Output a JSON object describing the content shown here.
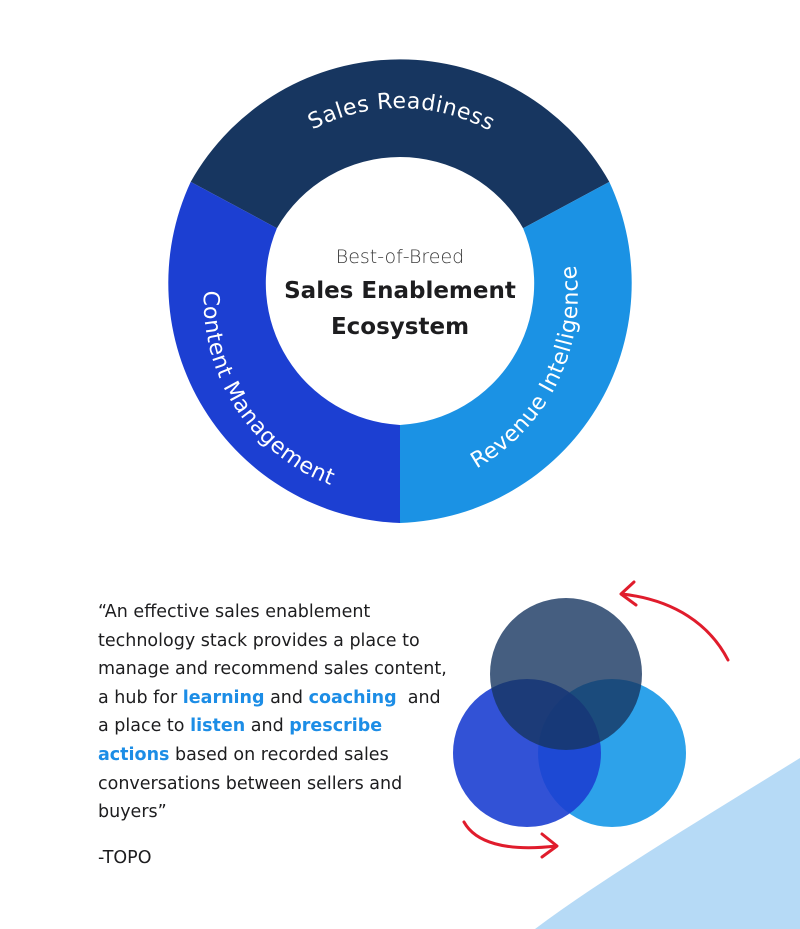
{
  "diagram": {
    "segments": {
      "top": "Sales Readiness",
      "right": "Revenue Intelligence",
      "left": "Content Management"
    },
    "center": {
      "subtitle": "Best-of-Breed",
      "title_line1": "Sales Enablement",
      "title_line2": "Ecosystem"
    },
    "colors": {
      "top": "#173660",
      "right": "#1b92e4",
      "left": "#1c3fd2",
      "arrows": "#e01c2c"
    }
  },
  "quote": {
    "p1": "“An effective sales enablement technology stack provides a place to manage and recommend sales content, a hub for ",
    "h1": "learning",
    "p2": " and ",
    "h2": "coaching",
    "p3": "  and a place to ",
    "h3": "listen",
    "p4": " and ",
    "h4": "prescribe actions",
    "p5": " based on recorded sales conversations between sellers and buyers”",
    "attribution": "-TOPO"
  }
}
